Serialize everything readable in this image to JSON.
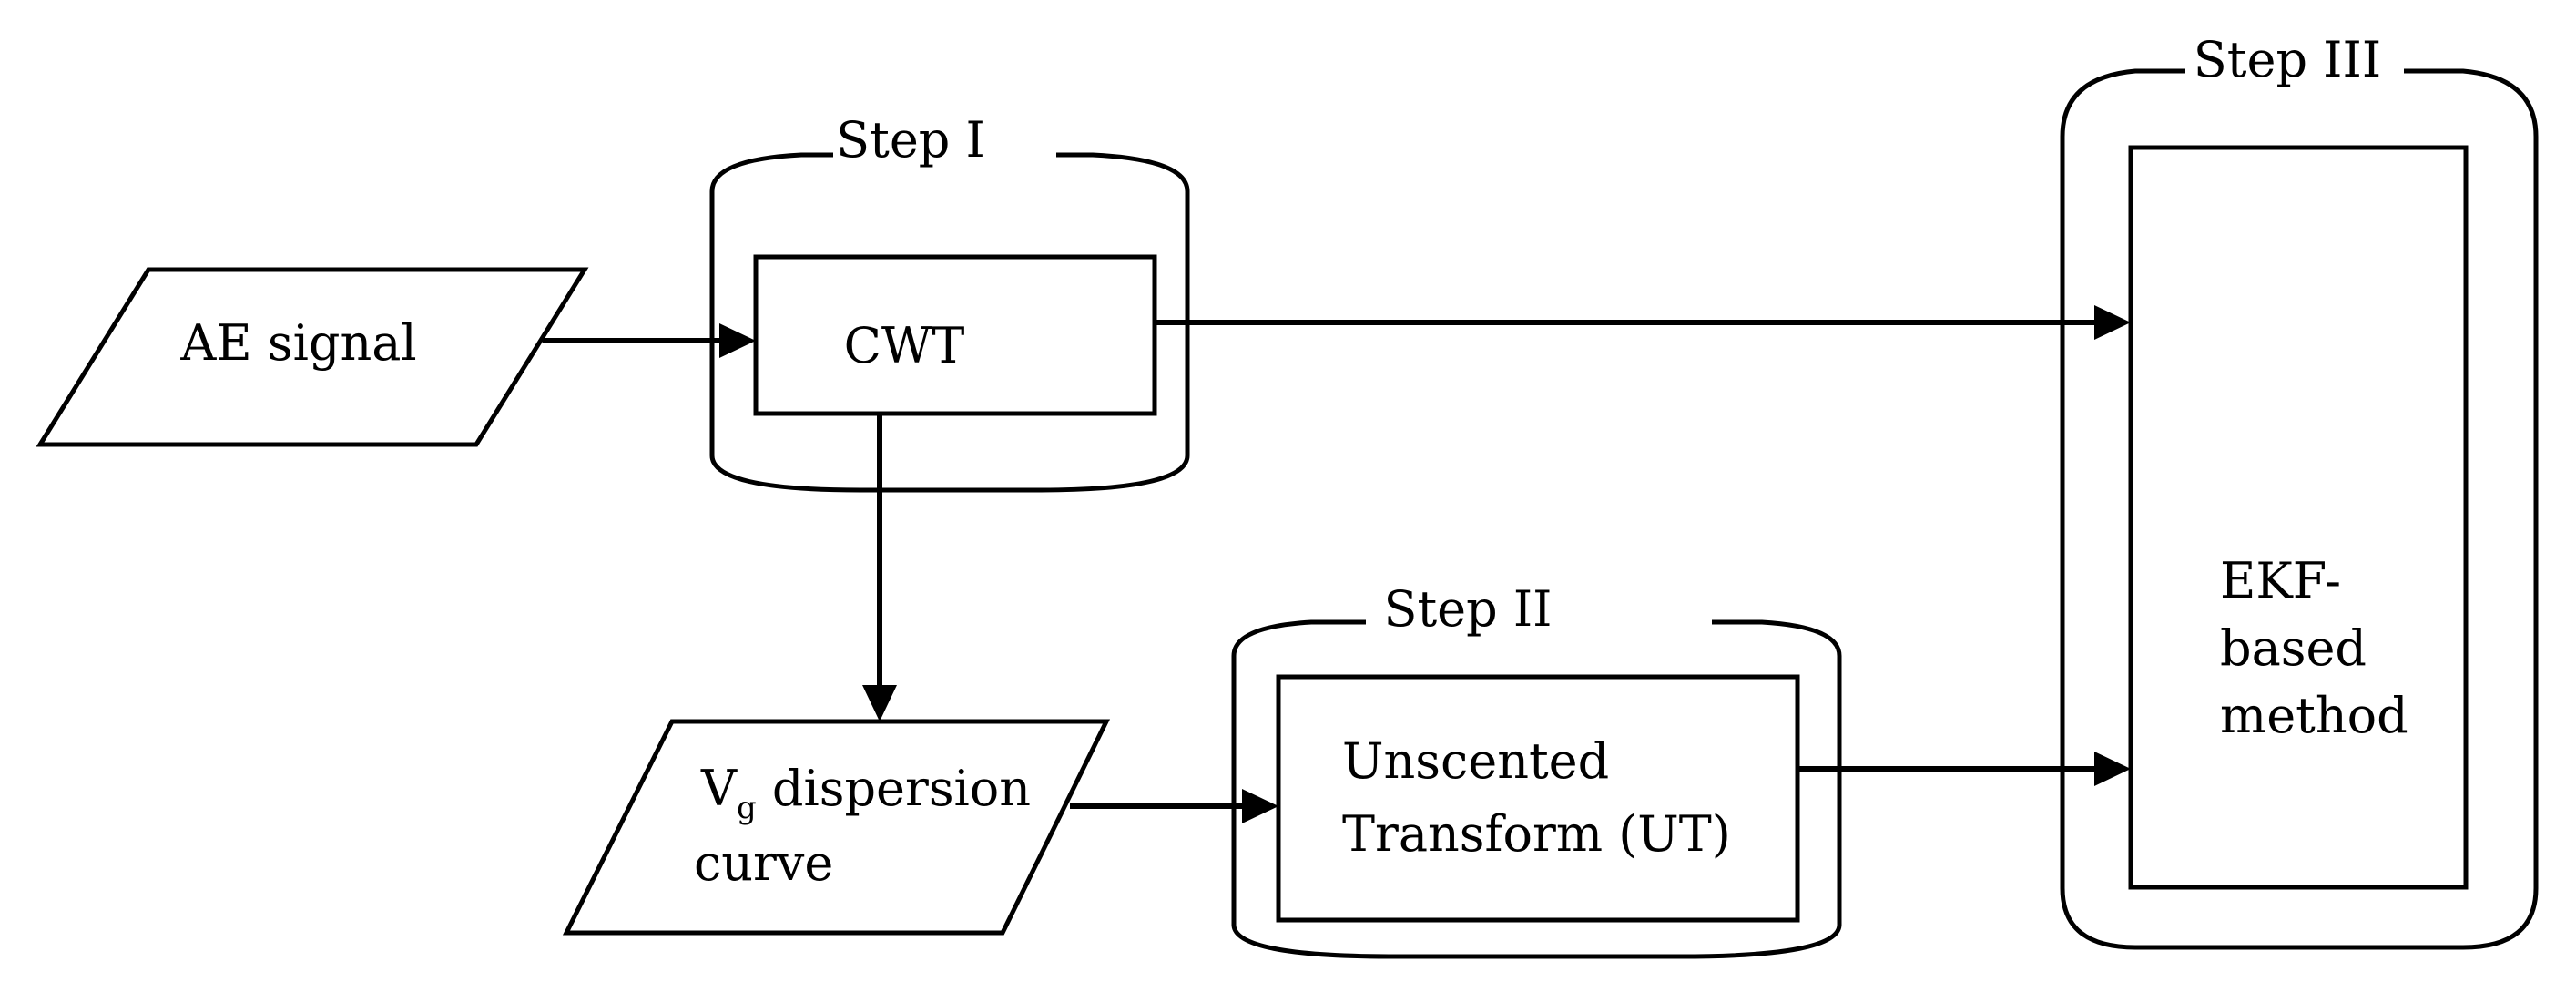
{
  "nodes": {
    "ae_signal": "AE signal",
    "cwt": "CWT",
    "vg_main": "V",
    "vg_sub": "g",
    "vg_rest": " dispersion",
    "vg_line2": "curve",
    "ut_line1": "Unscented",
    "ut_line2": "Transform (UT)",
    "ekf_line1": "EKF-",
    "ekf_line2": "based",
    "ekf_line3": "method"
  },
  "steps": {
    "step1": "Step I",
    "step2": "Step II",
    "step3": "Step III"
  }
}
